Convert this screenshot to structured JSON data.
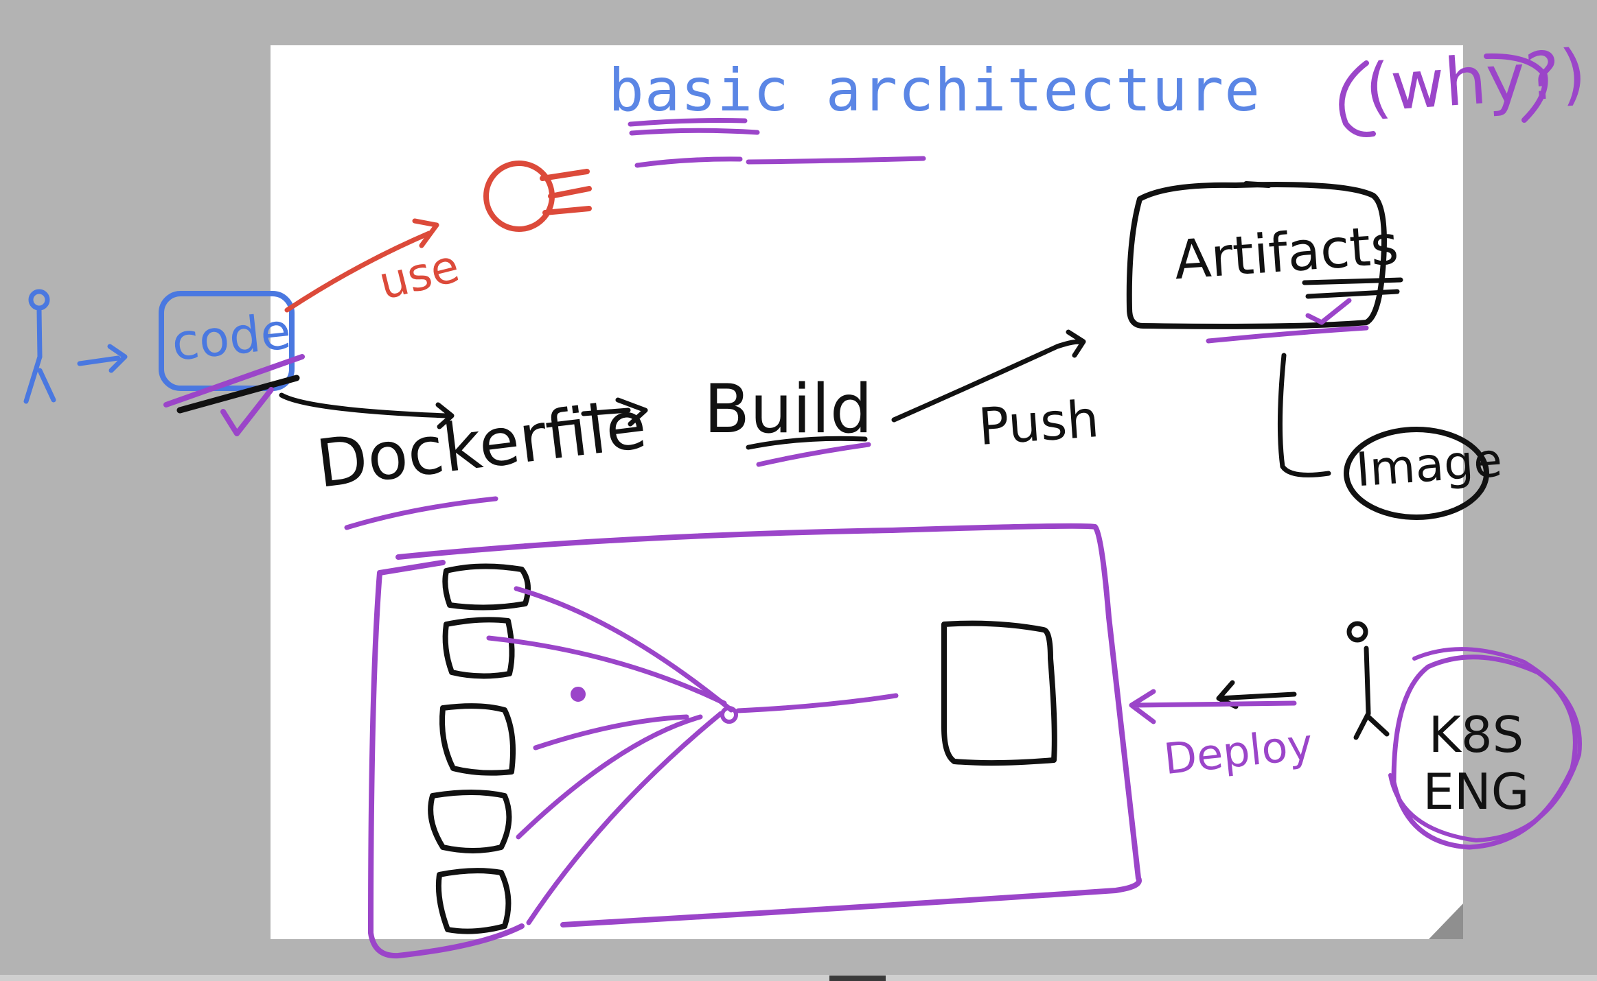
{
  "slide": {
    "title": "basic architecture"
  },
  "annotations": {
    "why": "(why?)",
    "code": "code",
    "use": "use",
    "dockerfile": "Dockerfile",
    "build": "Build",
    "push": "Push",
    "artifacts": "Artifacts",
    "image": "Image",
    "deploy": "Deploy",
    "k8s_eng": "K8S ENG"
  },
  "colors": {
    "title": "#5b86e5",
    "blue_ink": "#4a78e0",
    "red_ink": "#dc4a3a",
    "black_ink": "#111111",
    "purple_ink": "#9b45c9",
    "canvas_background": "#b3b3b3",
    "slide_background": "#ffffff"
  }
}
